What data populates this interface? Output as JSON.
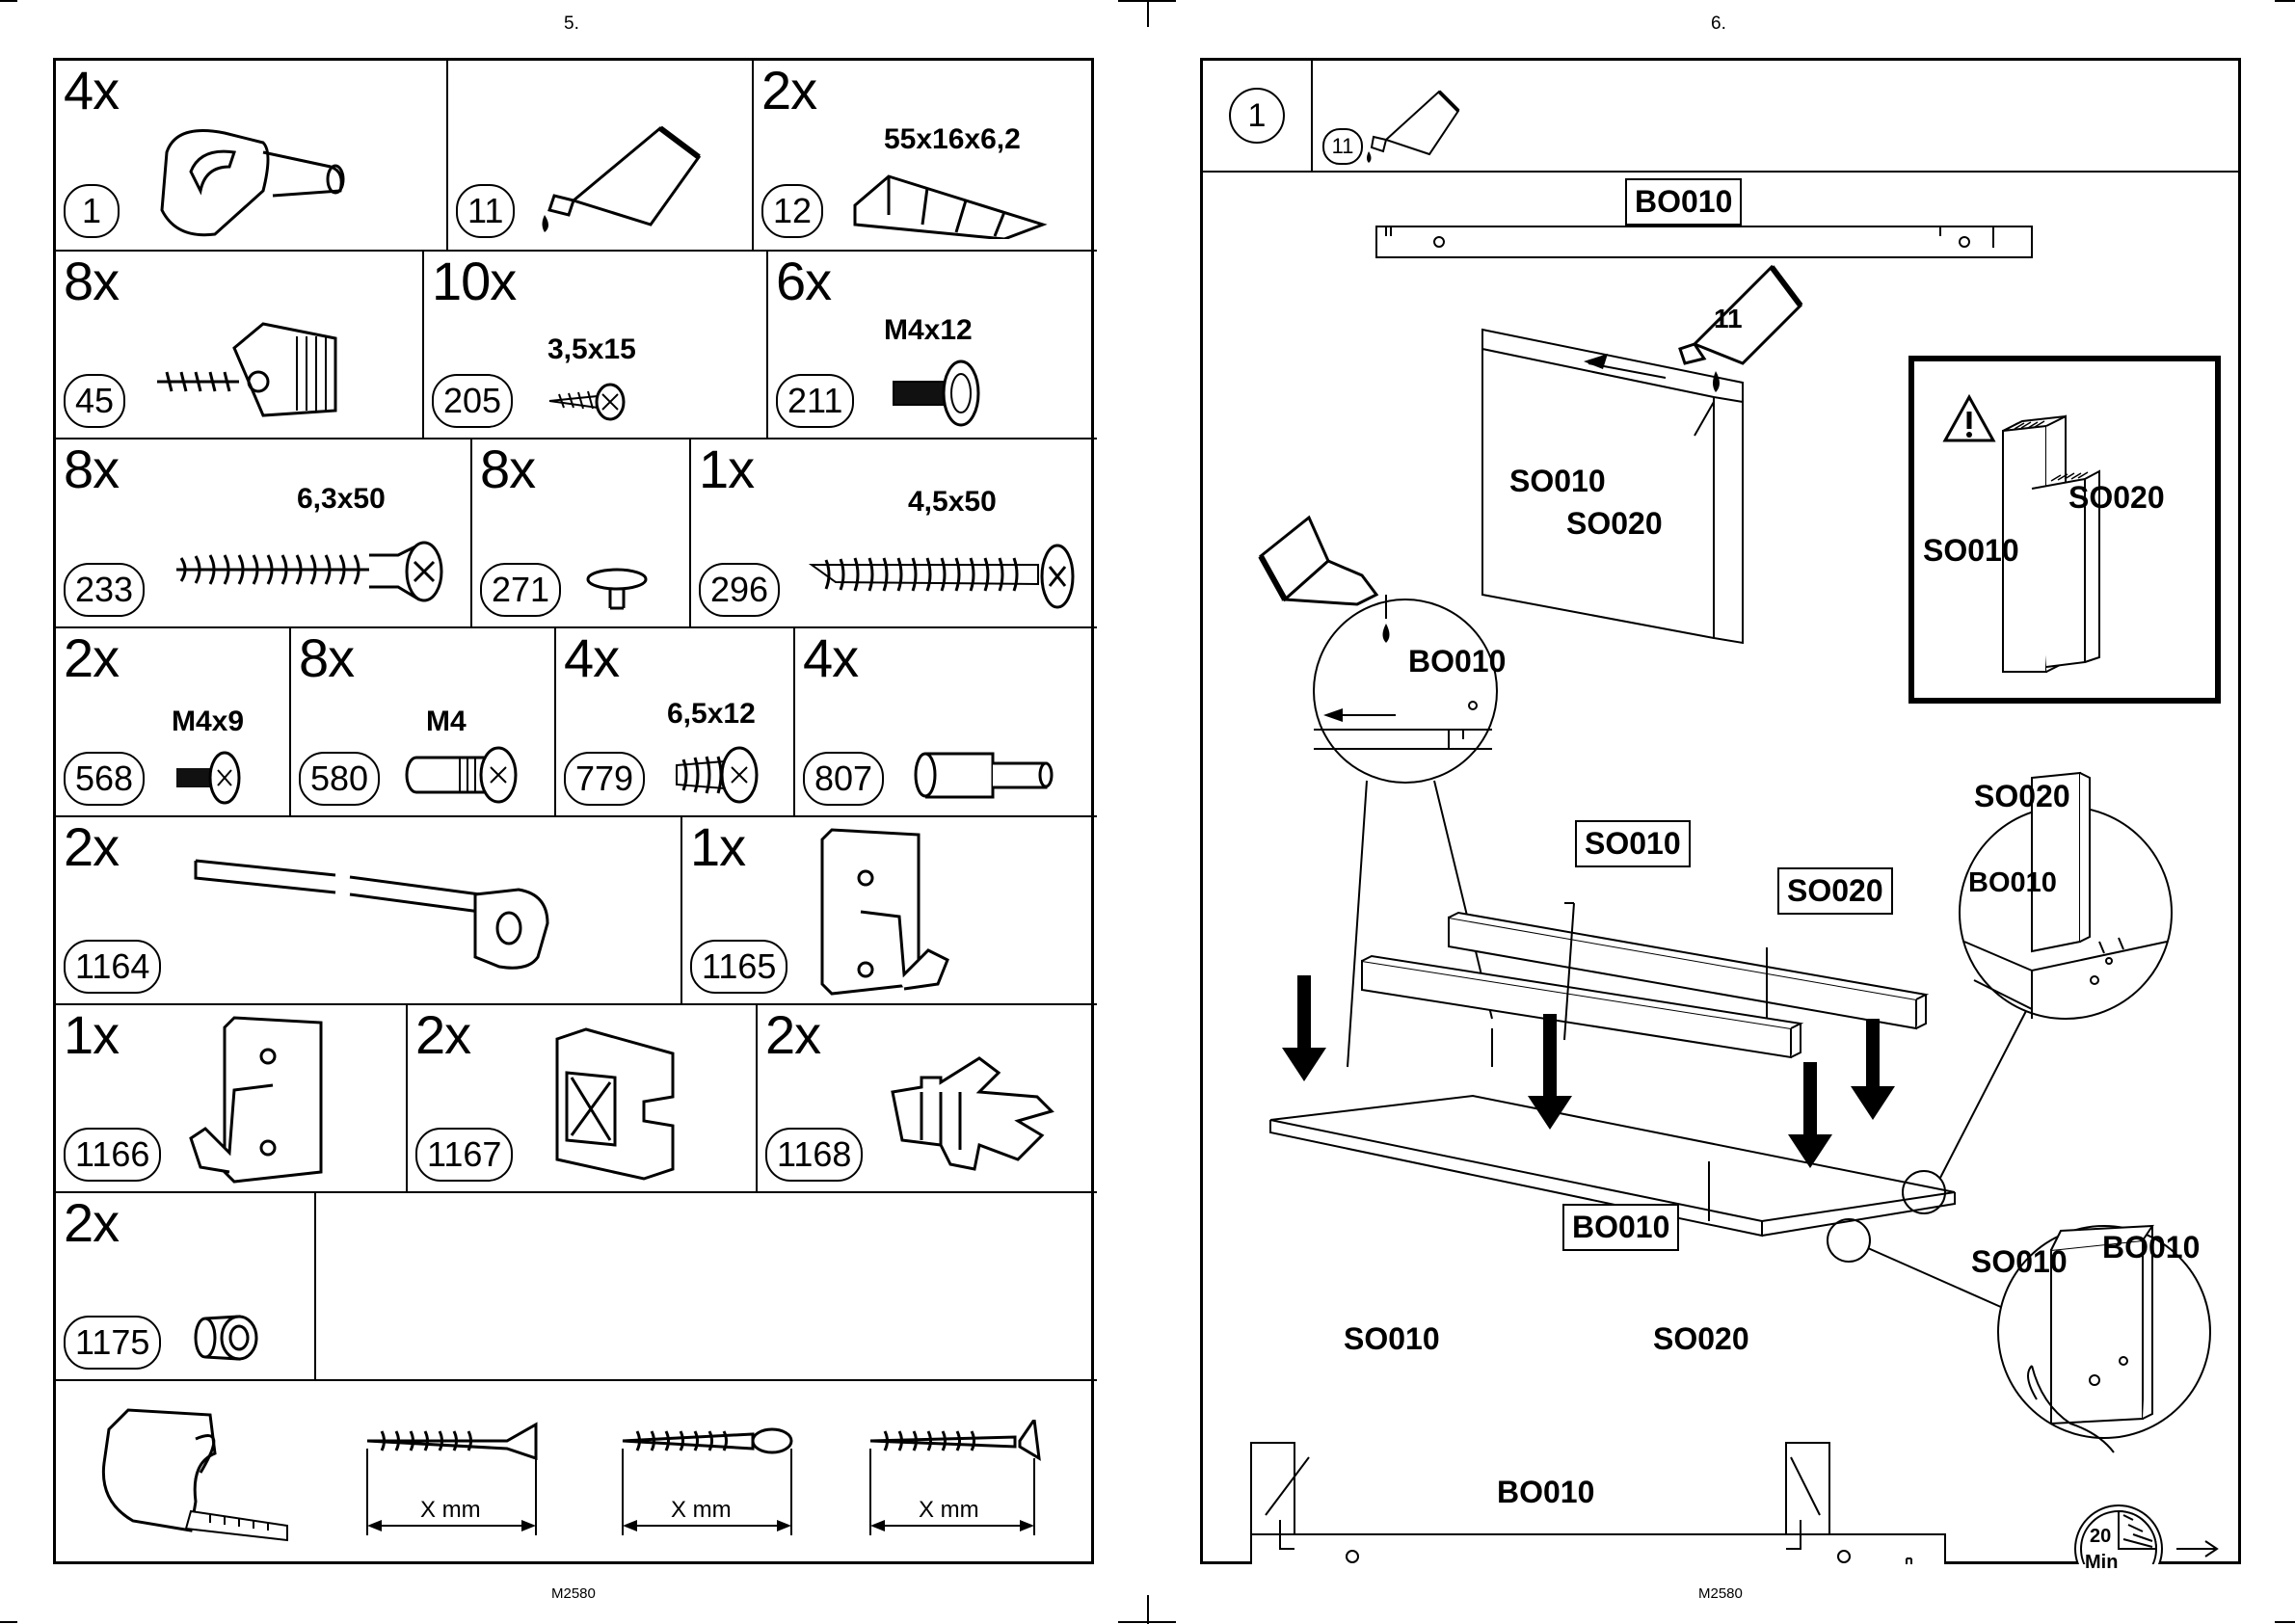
{
  "left_page": {
    "page_number": "5.",
    "footer": "M2580",
    "parts": [
      {
        "qty": "4x",
        "number": "1",
        "dim": ""
      },
      {
        "qty": "",
        "number": "11",
        "dim": ""
      },
      {
        "qty": "2x",
        "number": "12",
        "dim": "55x16x6,2"
      },
      {
        "qty": "8x",
        "number": "45",
        "dim": ""
      },
      {
        "qty": "10x",
        "number": "205",
        "dim": "3,5x15"
      },
      {
        "qty": "6x",
        "number": "211",
        "dim": "M4x12"
      },
      {
        "qty": "8x",
        "number": "233",
        "dim": "6,3x50"
      },
      {
        "qty": "8x",
        "number": "271",
        "dim": ""
      },
      {
        "qty": "1x",
        "number": "296",
        "dim": "4,5x50"
      },
      {
        "qty": "2x",
        "number": "568",
        "dim": "M4x9"
      },
      {
        "qty": "8x",
        "number": "580",
        "dim": "M4"
      },
      {
        "qty": "4x",
        "number": "779",
        "dim": "6,5x12"
      },
      {
        "qty": "4x",
        "number": "807",
        "dim": ""
      },
      {
        "qty": "2x",
        "number": "1164",
        "dim": ""
      },
      {
        "qty": "1x",
        "number": "1165",
        "dim": ""
      },
      {
        "qty": "1x",
        "number": "1166",
        "dim": ""
      },
      {
        "qty": "2x",
        "number": "1167",
        "dim": ""
      },
      {
        "qty": "2x",
        "number": "1168",
        "dim": ""
      },
      {
        "qty": "2x",
        "number": "1175",
        "dim": ""
      }
    ],
    "measure_labels": [
      "X mm",
      "X mm",
      "X mm"
    ]
  },
  "right_page": {
    "page_number": "6.",
    "footer": "M2580",
    "step_number": "1",
    "step_part": "11",
    "labels": {
      "top_board": "BO010",
      "glue_num": "11",
      "so010_a": "SO010",
      "so020_a": "SO020",
      "warn_so010": "SO010",
      "warn_so020": "SO020",
      "zoom_bo010": "BO010",
      "box_so010": "SO010",
      "box_so020": "SO020",
      "zoom_so020": "SO020",
      "zoom_bo010_b": "BO010",
      "box_bo010": "BO010",
      "zoom2_so010": "SO010",
      "zoom2_bo010": "BO010",
      "side_so010": "SO010",
      "side_so020": "SO020",
      "side_bo010": "BO010",
      "time_value": "20",
      "time_unit": "Min"
    }
  }
}
